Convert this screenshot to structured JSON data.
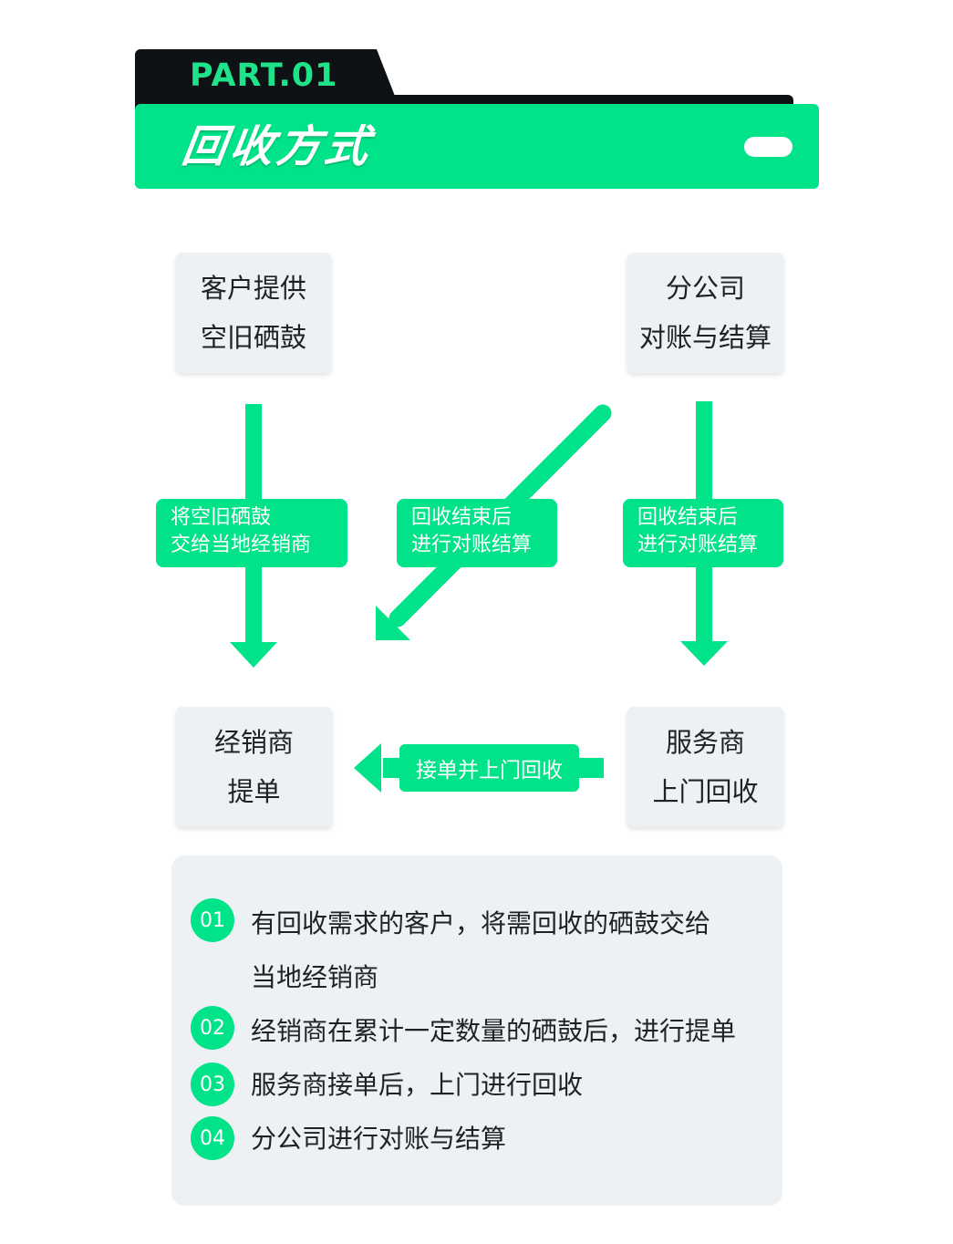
{
  "header": {
    "part_label": "PART.01",
    "title": "回收方式"
  },
  "nodes": {
    "customer": {
      "line1": "客户提供",
      "line2": "空旧硒鼓"
    },
    "branch": {
      "line1": "分公司",
      "line2": "对账与结算"
    },
    "dealer": {
      "line1": "经销商",
      "line2": "提单"
    },
    "provider": {
      "line1": "服务商",
      "line2": "上门回收"
    }
  },
  "edge_labels": {
    "customer_to_dealer": {
      "line1": "将空旧硒鼓",
      "line2": "交给当地经销商"
    },
    "branch_to_dealer": {
      "line1": "回收结束后",
      "line2": "进行对账结算"
    },
    "branch_to_provider": {
      "line1": "回收结束后",
      "line2": "进行对账结算"
    },
    "provider_to_dealer": "接单并上门回收"
  },
  "notes": [
    {
      "num": "01",
      "lines": [
        "有回收需求的客户，将需回收的硒鼓交给",
        "当地经销商"
      ]
    },
    {
      "num": "02",
      "lines": [
        "经销商在累计一定数量的硒鼓后，进行提单"
      ]
    },
    {
      "num": "03",
      "lines": [
        "服务商接单后，上门进行回收"
      ]
    },
    {
      "num": "04",
      "lines": [
        "分公司进行对账与结算"
      ]
    }
  ],
  "colors": {
    "accent": "#00e388",
    "dark": "#0e1214",
    "panel": "#edf1f4"
  }
}
